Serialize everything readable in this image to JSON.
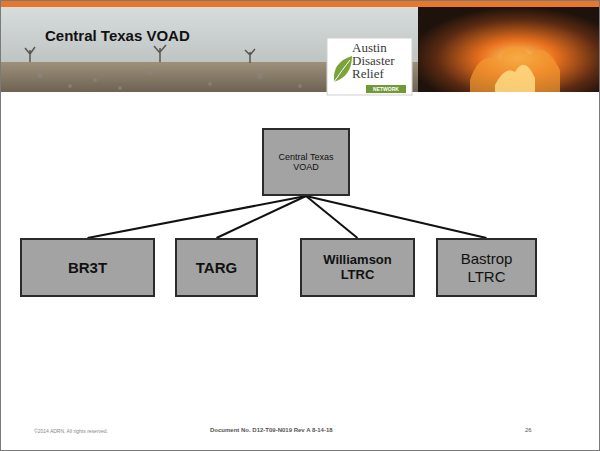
{
  "diagram": {
    "title": "Central Texas VOAD",
    "nodes": [
      {
        "text": [
          "Central Texas VOAD"
        ]
      },
      {
        "text": [
          "BR3T"
        ]
      },
      {
        "text": [
          "TARG"
        ]
      },
      {
        "text": [
          "Williamson LTRC"
        ]
      },
      {
        "text": [
          "Bastrop LTRC"
        ]
      }
    ],
    "edges": [
      {
        "from": 0,
        "to": 1,
        "arrow": "none"
      },
      {
        "from": 0,
        "to": 2,
        "arrow": "none"
      },
      {
        "from": 0,
        "to": 3,
        "arrow": "none"
      },
      {
        "from": 0,
        "to": 4,
        "arrow": "none"
      }
    ],
    "labels": [
      "Austin Disaster Relief",
      "NETWORK",
      "©2014 ADRN. All rights reserved.",
      "Document No. D12-T09-N019 Rev A 8-14-18",
      "26"
    ]
  }
}
